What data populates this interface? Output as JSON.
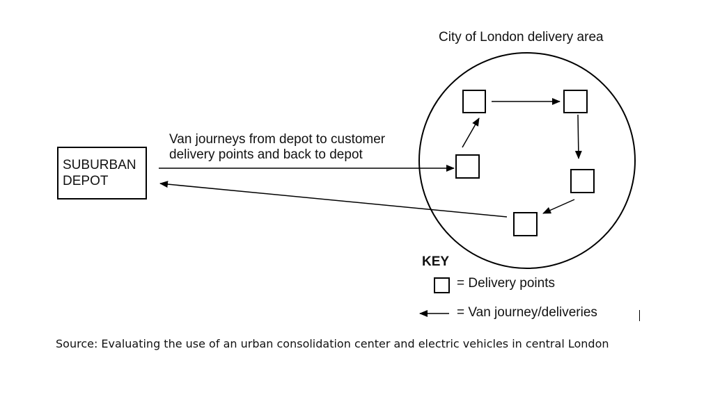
{
  "diagram": {
    "area_title": "City of London delivery area",
    "depot_label": "SUBURBAN\nDEPOT",
    "route_label": "Van journeys from depot to customer\ndelivery points and back to depot",
    "key": {
      "title": "KEY",
      "delivery_points": "= Delivery points",
      "van_journey": "= Van journey/deliveries"
    },
    "source": "Source: Evaluating the use of an urban consolidation center and electric vehicles in central London",
    "stroke_color": "#000000"
  }
}
